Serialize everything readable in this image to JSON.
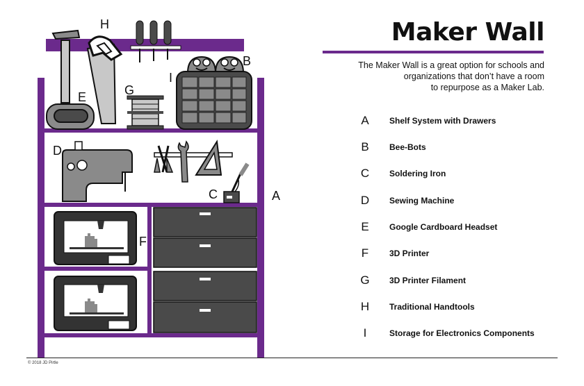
{
  "title": "Maker Wall",
  "intro_lines": [
    "The Maker Wall is a great option for schools and",
    "organizations that don’t have a room",
    "to repurpose as a Maker Lab."
  ],
  "legend": [
    {
      "letter": "A",
      "text": "Shelf System with Drawers"
    },
    {
      "letter": "B",
      "text": "Bee-Bots"
    },
    {
      "letter": "C",
      "text": "Soldering Iron"
    },
    {
      "letter": "D",
      "text": "Sewing Machine"
    },
    {
      "letter": "E",
      "text": "Google Cardboard Headset"
    },
    {
      "letter": "F",
      "text": "3D Printer"
    },
    {
      "letter": "G",
      "text": "3D Printer Filament"
    },
    {
      "letter": "H",
      "text": "Traditional Handtools"
    },
    {
      "letter": "I",
      "text": "Storage for Electronics Components"
    }
  ],
  "illustration_labels": {
    "A": "A",
    "B": "B",
    "C": "C",
    "D": "D",
    "E": "E",
    "F": "F",
    "G": "G",
    "H": "H",
    "I": "I"
  },
  "copyright": "© 2018 JD Pirtle",
  "colors": {
    "accent": "#6b2a8c",
    "dark_gray": "#4a4a4a",
    "mid_gray": "#8a8a8a",
    "light_gray": "#c8c8c8"
  }
}
